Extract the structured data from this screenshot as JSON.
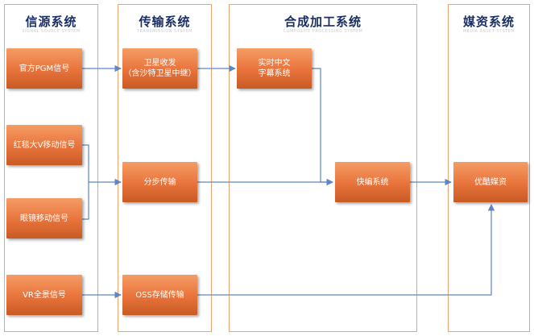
{
  "columns": {
    "source": {
      "title": "信源系统",
      "subtitle": "SIGNAL SOURCE SYSTEM"
    },
    "transmission": {
      "title": "传输系统",
      "subtitle": "TRANSMISSION SYSTEM"
    },
    "composite": {
      "title": "合成加工系统",
      "subtitle": "COMPOSITE PROCESSING SYSTEM"
    },
    "media": {
      "title": "媒资系统",
      "subtitle": "MEDIA ASSET SYSTEM"
    }
  },
  "nodes": {
    "pgm": "官方PGM信号",
    "red_carpet": "红毯大V移动信号",
    "glasses": "眼镜移动信号",
    "vr": "VR全景信号",
    "satellite": "卫星收发\n（含沙特卫星中继）",
    "stepwise": "分步传输",
    "oss": "OSS存储传输",
    "subtitle_sys": "实时中文\n字幕系统",
    "quick_edit": "快编系统",
    "youku": "优酷媒资"
  },
  "colors": {
    "border": "#f0a36f",
    "node": "#e8733b",
    "arrow": "#5b87c6",
    "title": "#1a2f66"
  }
}
